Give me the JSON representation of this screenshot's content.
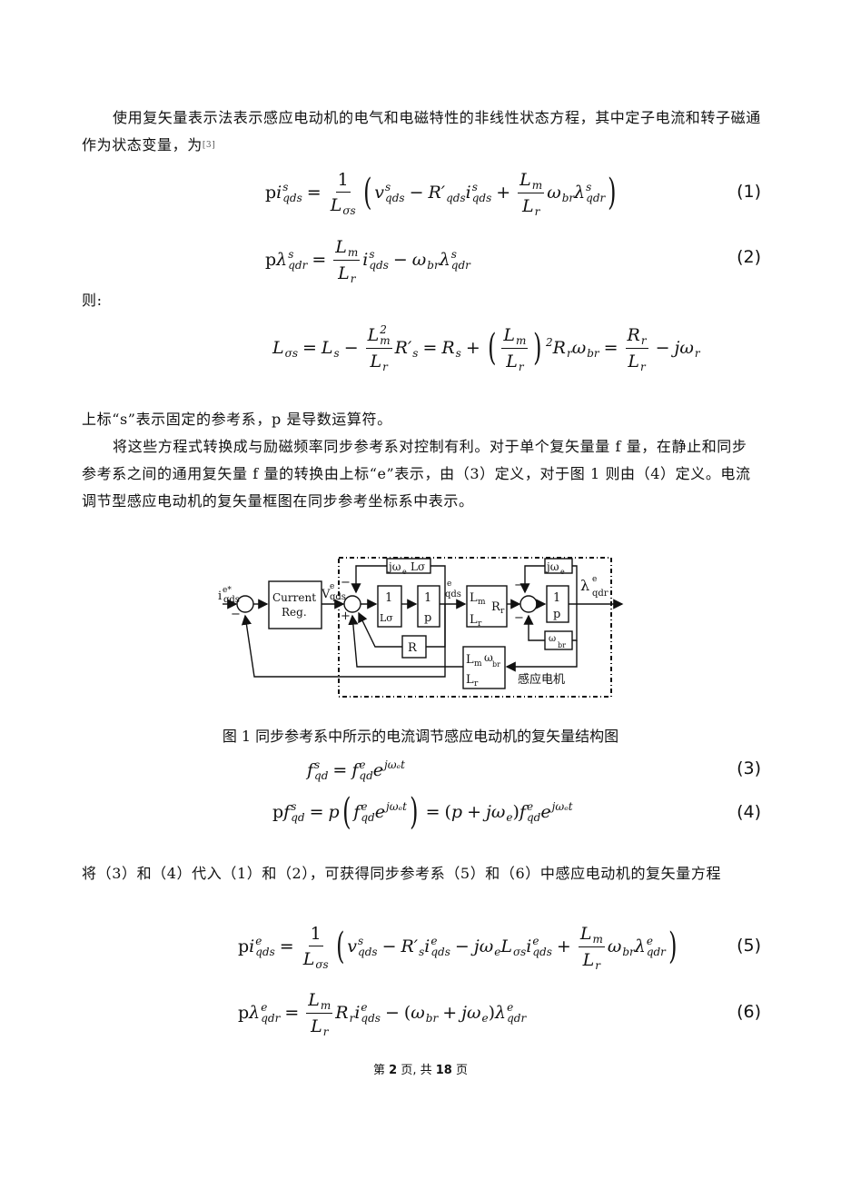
{
  "paragraphs": {
    "p1": "使用复矢量表示法表示感应电动机的电气和电磁特性的非线性状态方程，其中定子电流和转子磁通作为状态变量，为",
    "p1_ref": "[3]",
    "then": "则:",
    "p2": "上标“s”表示固定的参考系，p 是导数运算符。",
    "p3": "将这些方程式转换成与励磁频率同步参考系对控制有利。对于单个复矢量量 f 量，在静止和同步参考系之间的通用复矢量 f 量的转换由上标“e”表示，由（3）定义，对于图 1 则由（4）定义。电流调节型感应电动机的复矢量框图在同步参考坐标系中表示。",
    "p4": "将（3）和（4）代入（1）和（2），可获得同步参考系（5）和（6）中感应电动机的复矢量方程"
  },
  "equations": [
    {
      "number": "(1)",
      "tokens": [
        [
          "t",
          "p"
        ],
        [
          "ss",
          "i",
          "s",
          "qds"
        ],
        [
          "op",
          "="
        ],
        [
          "frac",
          [
            [
              "t",
              "1"
            ]
          ],
          [
            [
              "ss",
              "L",
              "",
              "σs"
            ]
          ]
        ],
        [
          "paren",
          "("
        ],
        [
          "ss",
          "v",
          "s",
          "qds"
        ],
        [
          "op",
          "−"
        ],
        [
          "ss",
          "R′",
          "",
          "qds"
        ],
        [
          "ss",
          "i",
          "s",
          "qds"
        ],
        [
          "op",
          "+"
        ],
        [
          "frac",
          [
            [
              "ss",
              "L",
              "",
              "m"
            ]
          ],
          [
            [
              "ss",
              "L",
              "",
              "r"
            ]
          ]
        ],
        [
          "ss",
          "ω",
          "",
          "br"
        ],
        [
          "ss",
          "λ",
          "s",
          "qdr"
        ],
        [
          "paren",
          ")"
        ]
      ]
    },
    {
      "number": "(2)",
      "tokens": [
        [
          "t",
          "p"
        ],
        [
          "ss",
          "λ",
          "s",
          "qdr"
        ],
        [
          "op",
          "="
        ],
        [
          "frac",
          [
            [
              "ss",
              "L",
              "",
              "m"
            ]
          ],
          [
            [
              "ss",
              "L",
              "",
              "r"
            ]
          ]
        ],
        [
          "ss",
          "i",
          "s",
          "qds"
        ],
        [
          "op",
          "−"
        ],
        [
          "ss",
          "ω",
          "",
          "br"
        ],
        [
          "ss",
          "λ",
          "s",
          "qdr"
        ]
      ]
    },
    {
      "number": "",
      "tokens": [
        [
          "ss",
          "L",
          "",
          "σs"
        ],
        [
          "op",
          "="
        ],
        [
          "ss",
          "L",
          "",
          "s"
        ],
        [
          "op",
          "−"
        ],
        [
          "frac",
          [
            [
              "ss",
              "L",
              "2",
              "m"
            ]
          ],
          [
            [
              "ss",
              "L",
              "",
              "r"
            ]
          ]
        ],
        [
          "ss",
          "R′",
          "",
          "s"
        ],
        [
          "op",
          "="
        ],
        [
          "ss",
          "R",
          "",
          "s"
        ],
        [
          "op",
          "+"
        ],
        [
          "paren",
          "("
        ],
        [
          "frac",
          [
            [
              "ss",
              "L",
              "",
              "m"
            ]
          ],
          [
            [
              "ss",
              "L",
              "",
              "r"
            ]
          ]
        ],
        [
          "paren",
          ")"
        ],
        [
          "ss",
          "",
          "2",
          ""
        ],
        [
          "ss",
          "R",
          "",
          "r"
        ],
        [
          "ss",
          "ω",
          "",
          "br"
        ],
        [
          "op",
          "="
        ],
        [
          "frac",
          [
            [
              "ss",
              "R",
              "",
              "r"
            ]
          ],
          [
            [
              "ss",
              "L",
              "",
              "r"
            ]
          ]
        ],
        [
          "op",
          "−"
        ],
        [
          "ss",
          "jω",
          "",
          "r"
        ]
      ]
    },
    {
      "number": "(3)",
      "tokens": [
        [
          "ss",
          "f",
          "s",
          "qd"
        ],
        [
          "op",
          "="
        ],
        [
          "ss",
          "f",
          "e",
          "qd"
        ],
        [
          "ss",
          "e",
          "jωₑt",
          ""
        ]
      ]
    },
    {
      "number": "(4)",
      "tokens": [
        [
          "t",
          "p"
        ],
        [
          "ss",
          "f",
          "s",
          "qd"
        ],
        [
          "op",
          "="
        ],
        [
          "mi",
          "p"
        ],
        [
          "paren",
          "("
        ],
        [
          "ss",
          "f",
          "e",
          "qd"
        ],
        [
          "ss",
          "e",
          "jωₑt",
          ""
        ],
        [
          "paren",
          ")"
        ],
        [
          "op",
          "="
        ],
        [
          "t",
          "("
        ],
        [
          "mi",
          "p"
        ],
        [
          "op",
          "+"
        ],
        [
          "ss",
          "jω",
          "",
          "e"
        ],
        [
          "t",
          ")"
        ],
        [
          "ss",
          "f",
          "e",
          "qd"
        ],
        [
          "ss",
          "e",
          "jωₑt",
          ""
        ]
      ]
    },
    {
      "number": "(5)",
      "tokens": [
        [
          "t",
          "p"
        ],
        [
          "ss",
          "i",
          "e",
          "qds"
        ],
        [
          "op",
          "="
        ],
        [
          "frac",
          [
            [
              "t",
              "1"
            ]
          ],
          [
            [
              "ss",
              "L",
              "",
              "σs"
            ]
          ]
        ],
        [
          "paren",
          "("
        ],
        [
          "ss",
          "v",
          "s",
          "qds"
        ],
        [
          "op",
          "−"
        ],
        [
          "ss",
          "R′",
          "",
          "s"
        ],
        [
          "ss",
          "i",
          "e",
          "qds"
        ],
        [
          "op",
          "−"
        ],
        [
          "ss",
          "jω",
          "",
          "e"
        ],
        [
          "ss",
          "L",
          "",
          "σs"
        ],
        [
          "ss",
          "i",
          "e",
          "qds"
        ],
        [
          "op",
          "+"
        ],
        [
          "frac",
          [
            [
              "ss",
              "L",
              "",
              "m"
            ]
          ],
          [
            [
              "ss",
              "L",
              "",
              "r"
            ]
          ]
        ],
        [
          "ss",
          "ω",
          "",
          "br"
        ],
        [
          "ss",
          "λ",
          "e",
          "qdr"
        ],
        [
          "paren",
          ")"
        ]
      ]
    },
    {
      "number": "(6)",
      "tokens": [
        [
          "t",
          "p"
        ],
        [
          "ss",
          "λ",
          "e",
          "qdr"
        ],
        [
          "op",
          "="
        ],
        [
          "frac",
          [
            [
              "ss",
              "L",
              "",
              "m"
            ]
          ],
          [
            [
              "ss",
              "L",
              "",
              "r"
            ]
          ]
        ],
        [
          "ss",
          "R",
          "",
          "r"
        ],
        [
          "ss",
          "i",
          "e",
          "qds"
        ],
        [
          "op",
          "−"
        ],
        [
          "t",
          "("
        ],
        [
          "ss",
          "ω",
          "",
          "br"
        ],
        [
          "op",
          "+"
        ],
        [
          "ss",
          "jω",
          "",
          "e"
        ],
        [
          "t",
          ")"
        ],
        [
          "ss",
          "λ",
          "e",
          "qdr"
        ]
      ]
    }
  ],
  "figure": {
    "input_label": "i",
    "input_sup": "e*",
    "input_sub": "qds",
    "current_reg_line1": "Current",
    "current_reg_line2": "Reg.",
    "v_label": "V",
    "v_sup": "e",
    "v_sub": "qds",
    "jwe_ls": "jω",
    "jwe_ls_sub": "e",
    "jwe_ls_tail": "Lσ",
    "one": "1",
    "l_sigma": "Lσ",
    "p": "p",
    "rs": "R",
    "i_sup": "e",
    "i_sub": "qds",
    "lm": "L",
    "m": "m",
    "lr": "L",
    "r": "r",
    "rr": "R",
    "jwe": "jω",
    "e": "e",
    "wbr": "ω",
    "br": "br",
    "lambda": "λ",
    "lambda_sup": "e",
    "lambda_sub": "qdr",
    "motor_label": "感应电机",
    "minus": "−",
    "plus": "+"
  },
  "caption": "图 1  同步参考系中所示的电流调节感应电动机的复矢量结构图",
  "footer": {
    "prefix": "第 ",
    "page": "2",
    "mid": " 页, 共 ",
    "total": "18",
    "suffix": " 页"
  }
}
